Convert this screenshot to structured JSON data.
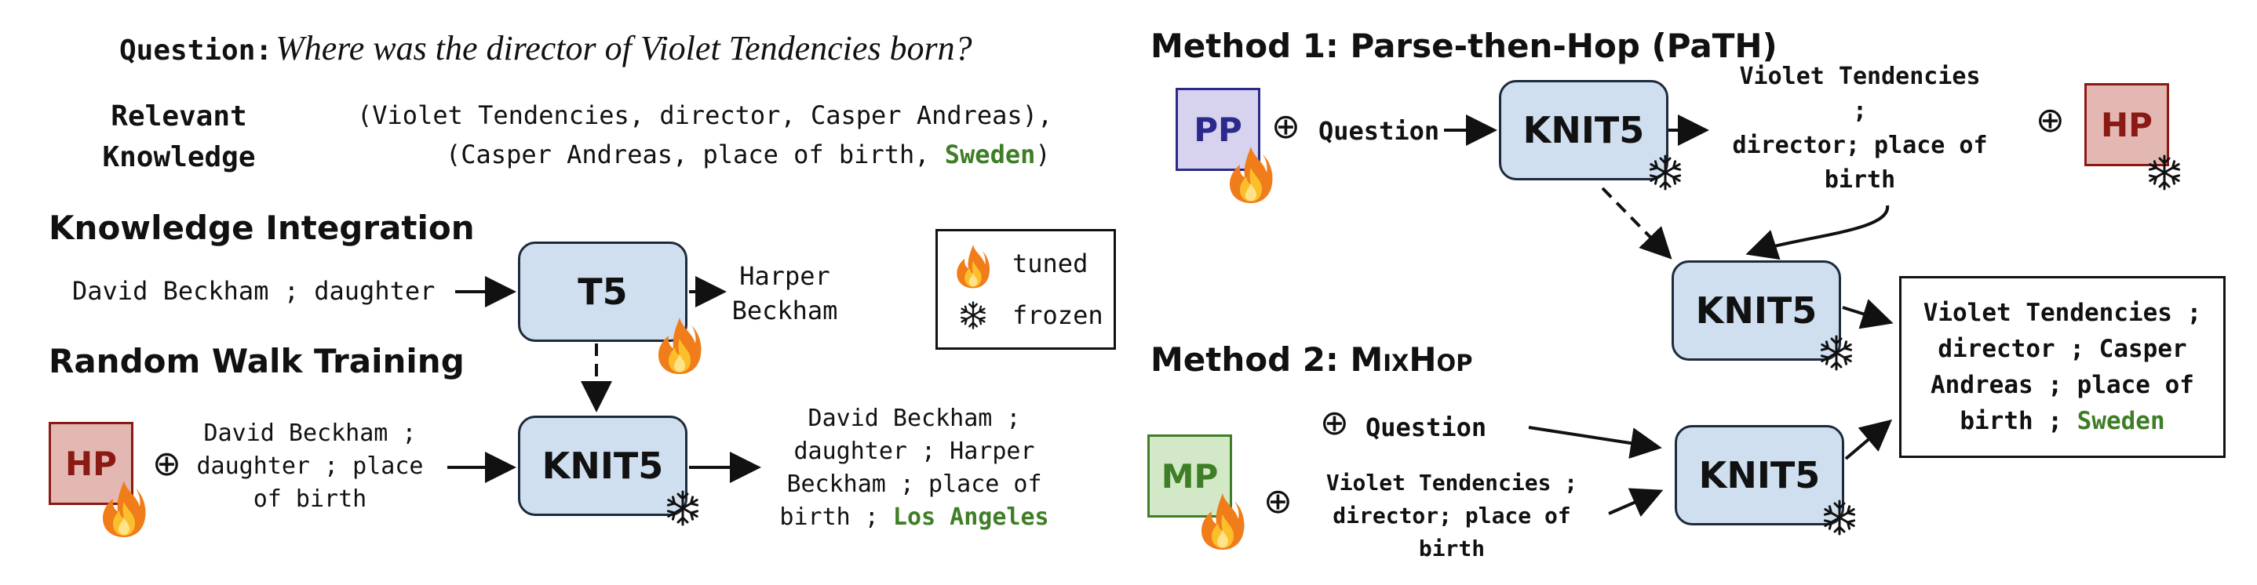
{
  "question": {
    "label": "Question:",
    "text": "Where was the director of Violet Tendencies born?"
  },
  "relevant_knowledge": {
    "label_line1": "Relevant",
    "label_line2": "Knowledge",
    "line1": "(Violet Tendencies, director, Casper Andreas),",
    "line2_prefix": "(Casper Andreas, place of birth, ",
    "line2_answer": "Sweden",
    "line2_suffix": ")"
  },
  "knowledge_integration": {
    "title": "Knowledge Integration",
    "input": "David Beckham ; daughter",
    "model": "T5",
    "output_line1": "Harper",
    "output_line2": "Beckham"
  },
  "legend": {
    "tuned": "tuned",
    "frozen": "frozen"
  },
  "random_walk": {
    "title": "Random Walk Training",
    "prompt": "HP",
    "plus": "⊕",
    "input_line1": "David Beckham ;",
    "input_line2": "daughter ; place",
    "input_line3": "of birth",
    "model": "KNIT5",
    "output_line1": "David Beckham ;",
    "output_line2": "daughter ; Harper",
    "output_line3": "Beckham ; place of",
    "output_line4_prefix": "birth ; ",
    "output_line4_answer": "Los Angeles"
  },
  "method1": {
    "title": "Method 1: Parse-then-Hop (PaTH)",
    "parse_prompt": "PP",
    "plus": "⊕",
    "question_label": "Question",
    "model": "KNIT5",
    "parse_output_line1": "Violet Tendencies ;",
    "parse_output_line2": "director; place of",
    "parse_output_line3": "birth",
    "hop_prompt": "HP",
    "hop_model": "KNIT5"
  },
  "method2": {
    "title_prefix": "Method 2: ",
    "title_name": "MixHop",
    "plus": "⊕",
    "question_label": "Question",
    "mix_prompt": "MP",
    "hop_input_line1": "Violet Tendencies ;",
    "hop_input_line2": "director; place of birth",
    "model": "KNIT5"
  },
  "final_output": {
    "line1": "Violet Tendencies ;",
    "line2": "director ; Casper",
    "line3": "Andreas ; place of",
    "line4_prefix": "birth ; ",
    "line4_answer": "Sweden"
  },
  "colors": {
    "model_box": "#cfdff0",
    "hp_fill": "#e3b8b2",
    "hp_text": "#8b1a14",
    "pp_fill": "#d7d3ee",
    "pp_text": "#2b2a8c",
    "mp_fill": "#d3e8c6",
    "mp_text": "#3e7e26",
    "answer_green": "#3e7e26"
  },
  "icons": {
    "tuned": "fire-icon",
    "frozen": "snowflake-icon"
  }
}
